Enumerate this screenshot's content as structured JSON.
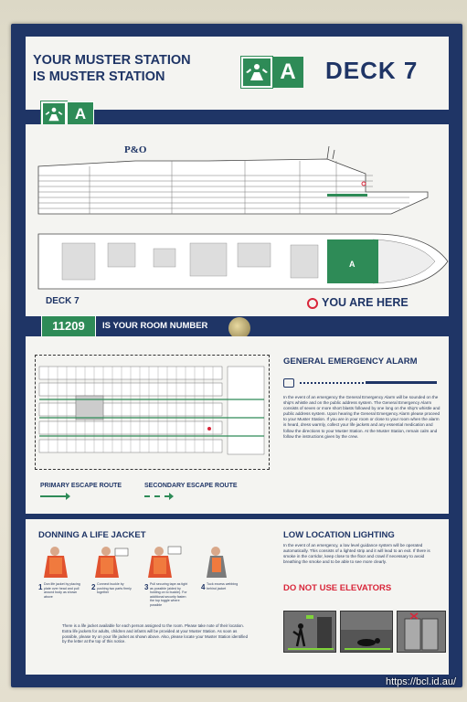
{
  "header": {
    "line1": "YOUR MUSTER STATION",
    "line2": "IS MUSTER STATION",
    "station_letter": "A",
    "deck_title": "DECK 7"
  },
  "ship": {
    "brand": "P&O",
    "station_letter": "A",
    "deck_label": "DECK 7",
    "you_are_here": "YOU ARE HERE"
  },
  "room": {
    "number": "11209",
    "label": "IS YOUR ROOM NUMBER"
  },
  "alarm": {
    "title": "GENERAL EMERGENCY ALARM",
    "text": "In the event of an emergency the General Emergency Alarm will be sounded on the ship's whistle and on the public address system. The General Emergency Alarm consists of seven or more short blasts followed by one long on the ship's whistle and public address system. Upon hearing the General Emergency Alarm please proceed to your Muster Station. If you are in your room or close to your room when the alarm is heard, dress warmly, collect your life jackets and any essential medication and follow the directions to your Muster Station. At the Muster Station, remain calm and follow the instructions given by the crew."
  },
  "routes": {
    "primary": "PRIMARY ESCAPE ROUTE",
    "secondary": "SECONDARY ESCAPE ROUTE"
  },
  "lifejacket": {
    "title": "DONNING A LIFE JACKET",
    "steps": [
      {
        "num": "1",
        "text": "Don life jacket by placing plate over head and pull around body as shown above"
      },
      {
        "num": "2",
        "text": "Connect buckle by pushing two parts firmly together"
      },
      {
        "num": "3",
        "text": "Pull securing tape as tight as possible (aided by holding on to buckle). For additional security fasten the top toggle where possible"
      },
      {
        "num": "4",
        "text": "Tuck excess webbing behind jacket"
      }
    ],
    "note": "There is a life jacket available for each person assigned to the room. Please take note of their location. Extra life jackets for adults, children and infants will be provided at your Muster Station. As soon as possible, please try on your life jacket as shown above. Also, please locate your Muster Station identified by the letter at the top of this notice."
  },
  "lighting": {
    "title": "LOW LOCATION LIGHTING",
    "text": "In the event of an emergency, a low level guidance system will be operated automatically. This consists of a lighted strip and it will lead to an exit. If there is smoke in the corridor, keep close to the floor and crawl if necessary to avoid breathing the smoke and to be able to see more clearly.",
    "elevators": "DO NOT USE ELEVATORS"
  },
  "watermark": "https://bcl.id.au/",
  "colors": {
    "navy": "#1f3566",
    "green": "#2e8b57",
    "red": "#d9263a"
  }
}
